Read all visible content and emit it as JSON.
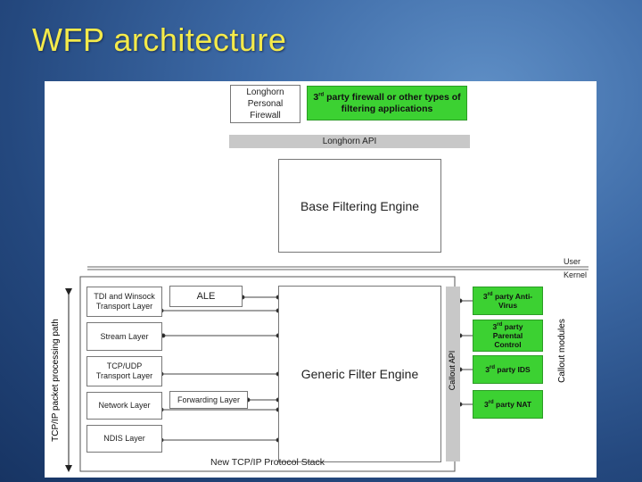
{
  "slide": {
    "title": "WFP architecture"
  },
  "diagram": {
    "personal_firewall": "Longhorn Personal Firewall",
    "third_party_firewall": {
      "pre": "3",
      "sup": "rd",
      "post": " party firewall or other types of filtering applications"
    },
    "longhorn_api": "Longhorn API",
    "base_filtering_engine": "Base Filtering Engine",
    "user_label": "User",
    "kernel_label": "Kernel",
    "tcpip_path": "TCP/IP packet processing path",
    "layers": [
      "TDI and Winsock Transport Layer",
      "Stream Layer",
      "TCP/UDP Transport Layer",
      "Network Layer",
      "NDIS Layer"
    ],
    "ale": "ALE",
    "forwarding_layer": "Forwarding Layer",
    "generic_filter_engine": "Generic Filter Engine",
    "callout_api": "Callout API",
    "callout_modules_label": "Callout modules",
    "callouts": [
      {
        "pre": "3",
        "sup": "rd",
        "post": " party Anti-Virus"
      },
      {
        "pre": "3",
        "sup": "rd",
        "post": " party Parental Control"
      },
      {
        "pre": "3",
        "sup": "rd",
        "post": " party IDS"
      },
      {
        "pre": "3",
        "sup": "rd",
        "post": " party NAT"
      }
    ],
    "protocol_stack": "New TCP/IP Protocol Stack"
  }
}
